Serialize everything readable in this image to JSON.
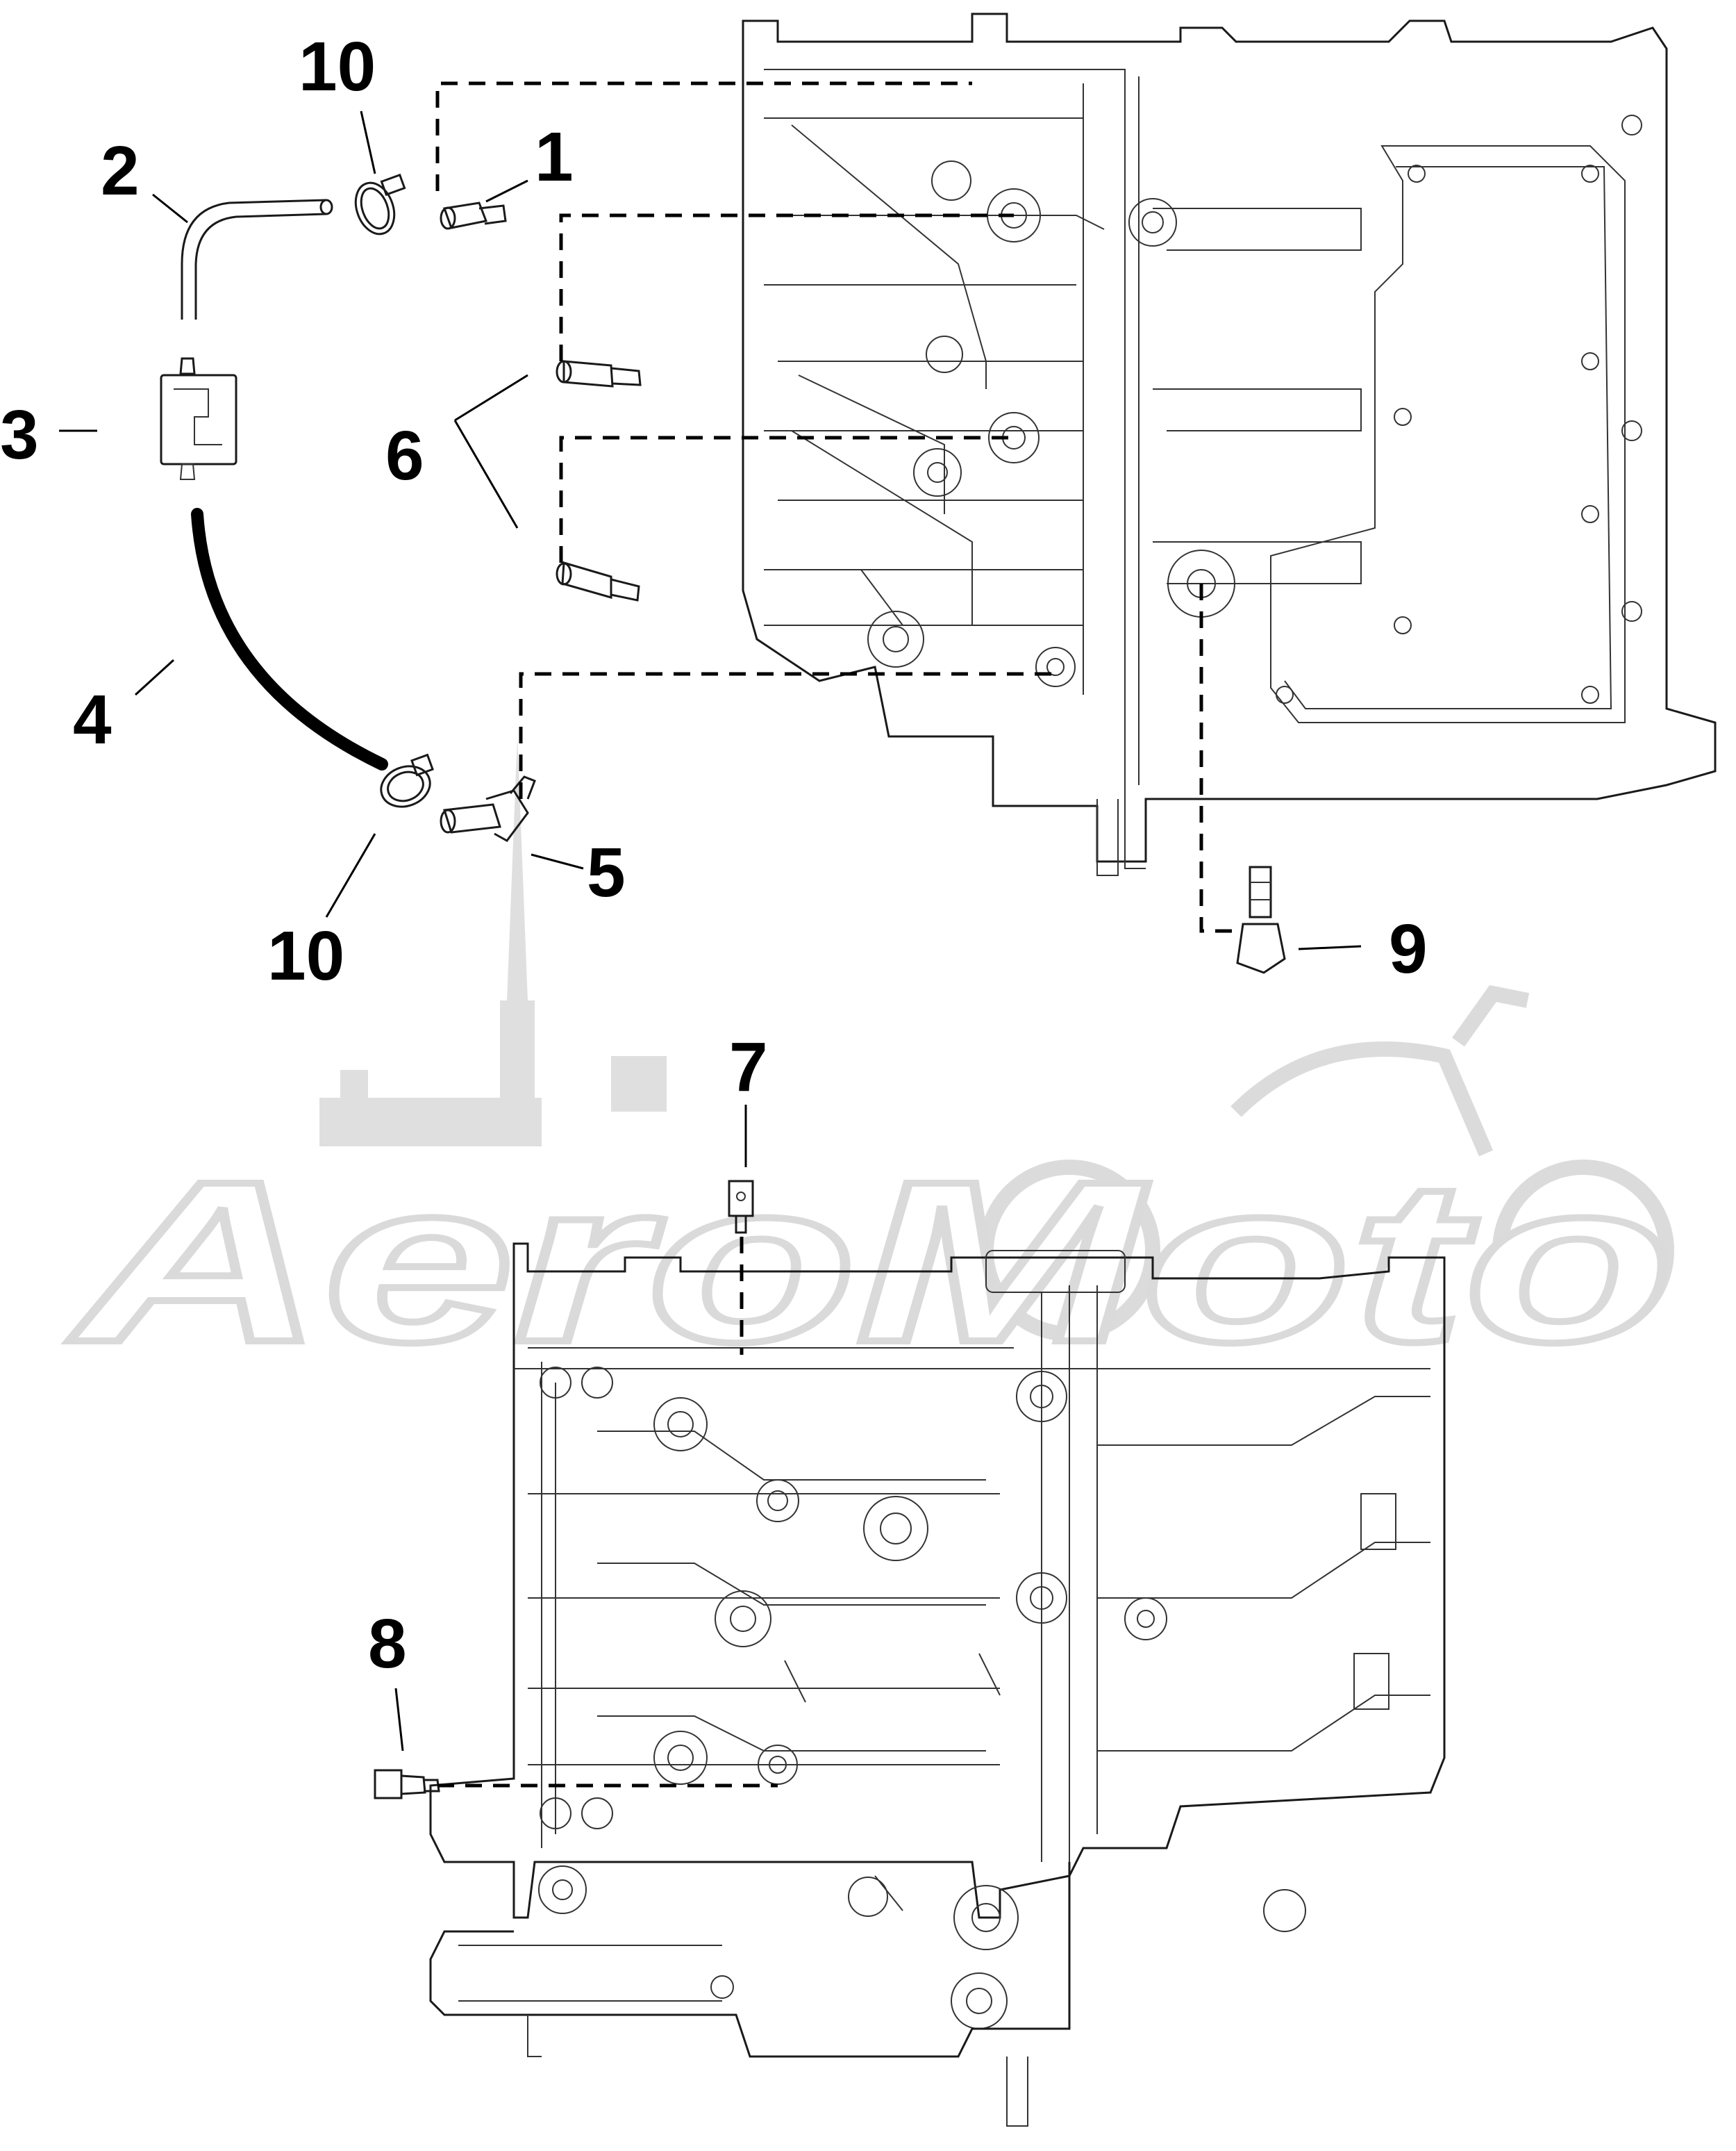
{
  "diagram": {
    "watermark": "AeroMoto",
    "callouts": [
      {
        "id": "c1",
        "label": "1"
      },
      {
        "id": "c2",
        "label": "2"
      },
      {
        "id": "c3",
        "label": "3"
      },
      {
        "id": "c4",
        "label": "4"
      },
      {
        "id": "c5",
        "label": "5"
      },
      {
        "id": "c6",
        "label": "6"
      },
      {
        "id": "c7",
        "label": "7"
      },
      {
        "id": "c8",
        "label": "8"
      },
      {
        "id": "c9",
        "label": "9"
      },
      {
        "id": "c10a",
        "label": "10"
      },
      {
        "id": "c10b",
        "label": "10"
      }
    ]
  }
}
